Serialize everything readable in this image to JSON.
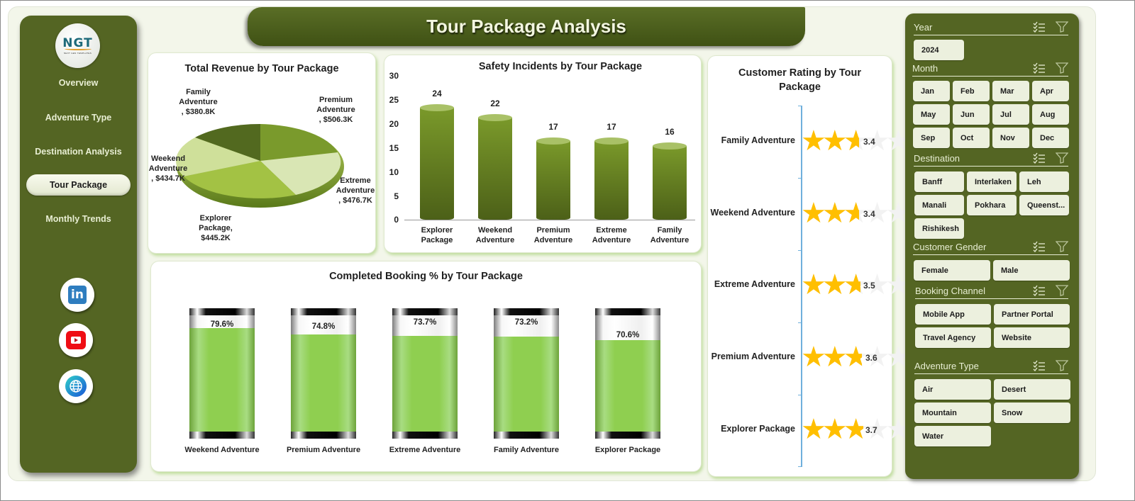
{
  "header": {
    "title": "Tour Package Analysis"
  },
  "nav": {
    "logo": {
      "text": "NGT",
      "subtext": "NEXT GEN TEMPLATES"
    },
    "items": [
      {
        "label": "Overview",
        "active": false
      },
      {
        "label": "Adventure Type",
        "active": false
      },
      {
        "label": "Destination Analysis",
        "active": false
      },
      {
        "label": "Tour Package",
        "active": true
      },
      {
        "label": "Monthly Trends",
        "active": false
      }
    ],
    "social": [
      {
        "icon": "linkedin-icon",
        "glyph": "in"
      },
      {
        "icon": "youtube-icon"
      },
      {
        "icon": "globe-icon"
      }
    ]
  },
  "revenue_chart": {
    "title": "Total Revenue by Tour Package",
    "labels": [
      {
        "line1": "Family",
        "line2": "Adventure",
        "line3": ", $380.8K"
      },
      {
        "line1": "Premium",
        "line2": "Adventure",
        "line3": ", $506.3K"
      },
      {
        "line1": "Weekend",
        "line2": "Adventure",
        "line3": ", $434.7K"
      },
      {
        "line1": "Extreme",
        "line2": "Adventure",
        "line3": ", $476.7K"
      },
      {
        "line1": "Explorer",
        "line2": "Package,",
        "line3": "$445.2K"
      }
    ]
  },
  "safety_chart": {
    "title": "Safety Incidents by Tour Package",
    "y_ticks": [
      "30",
      "25",
      "20",
      "15",
      "10",
      "5",
      "0"
    ],
    "bars": [
      {
        "cat1": "Explorer",
        "cat2": "Package",
        "value": "24"
      },
      {
        "cat1": "Weekend",
        "cat2": "Adventure",
        "value": "22"
      },
      {
        "cat1": "Premium",
        "cat2": "Adventure",
        "value": "17"
      },
      {
        "cat1": "Extreme",
        "cat2": "Adventure",
        "value": "17"
      },
      {
        "cat1": "Family",
        "cat2": "Adventure",
        "value": "16"
      }
    ]
  },
  "rating_chart": {
    "title_line1": "Customer  Rating by Tour",
    "title_line2": "Package",
    "rows": [
      {
        "label": "Family Adventure",
        "value": "3.4"
      },
      {
        "label": "Weekend Adventure",
        "value": "3.4"
      },
      {
        "label": "Extreme Adventure",
        "value": "3.5"
      },
      {
        "label": "Premium Adventure",
        "value": "3.6"
      },
      {
        "label": "Explorer Package",
        "value": "3.7"
      }
    ],
    "star_glyphs": "★★★★★"
  },
  "booking_chart": {
    "title": "Completed Booking % by Tour Package",
    "bars": [
      {
        "label": "Weekend Adventure",
        "value": "79.6%"
      },
      {
        "label": "Premium Adventure",
        "value": "74.8%"
      },
      {
        "label": "Extreme Adventure",
        "value": "73.7%"
      },
      {
        "label": "Family Adventure",
        "value": "73.2%"
      },
      {
        "label": "Explorer Package",
        "value": "70.6%"
      }
    ]
  },
  "slicers": {
    "year": {
      "title": "Year",
      "items": [
        "2024"
      ]
    },
    "month": {
      "title": "Month",
      "items": [
        "Jan",
        "Feb",
        "Mar",
        "Apr",
        "May",
        "Jun",
        "Jul",
        "Aug",
        "Sep",
        "Oct",
        "Nov",
        "Dec"
      ]
    },
    "destination": {
      "title": "Destination",
      "items": [
        "Banff",
        "Interlaken",
        "Leh",
        "Manali",
        "Pokhara",
        "Queenst...",
        "Rishikesh"
      ]
    },
    "gender": {
      "title": "Customer Gender",
      "items": [
        "Female",
        "Male"
      ]
    },
    "channel": {
      "title": "Booking Channel",
      "items": [
        "Mobile App",
        "Partner Portal",
        "Travel Agency",
        "Website"
      ]
    },
    "adventure": {
      "title": "Adventure Type",
      "items": [
        "Air",
        "Desert",
        "Mountain",
        "Snow",
        "Water"
      ]
    }
  },
  "chart_data": [
    {
      "type": "pie",
      "title": "Total Revenue by Tour Package",
      "categories": [
        "Premium Adventure",
        "Extreme Adventure",
        "Explorer Package",
        "Weekend Adventure",
        "Family Adventure"
      ],
      "values": [
        506.3,
        476.7,
        445.2,
        434.7,
        380.8
      ],
      "unit": "$K"
    },
    {
      "type": "bar",
      "title": "Safety Incidents by Tour Package",
      "categories": [
        "Explorer Package",
        "Weekend Adventure",
        "Premium Adventure",
        "Extreme Adventure",
        "Family Adventure"
      ],
      "values": [
        24,
        22,
        17,
        17,
        16
      ],
      "ylim": [
        0,
        30
      ],
      "yticks": [
        0,
        5,
        10,
        15,
        20,
        25,
        30
      ]
    },
    {
      "type": "bar",
      "orientation": "horizontal",
      "title": "Customer Rating by Tour Package",
      "categories": [
        "Family Adventure",
        "Weekend Adventure",
        "Extreme Adventure",
        "Premium Adventure",
        "Explorer Package"
      ],
      "values": [
        3.4,
        3.4,
        3.5,
        3.6,
        3.7
      ],
      "xlim": [
        0,
        5
      ]
    },
    {
      "type": "bar",
      "title": "Completed Booking % by Tour Package",
      "categories": [
        "Weekend Adventure",
        "Premium Adventure",
        "Extreme Adventure",
        "Family Adventure",
        "Explorer Package"
      ],
      "values": [
        79.6,
        74.8,
        73.7,
        73.2,
        70.6
      ],
      "unit": "%",
      "ylim": [
        0,
        100
      ]
    }
  ]
}
